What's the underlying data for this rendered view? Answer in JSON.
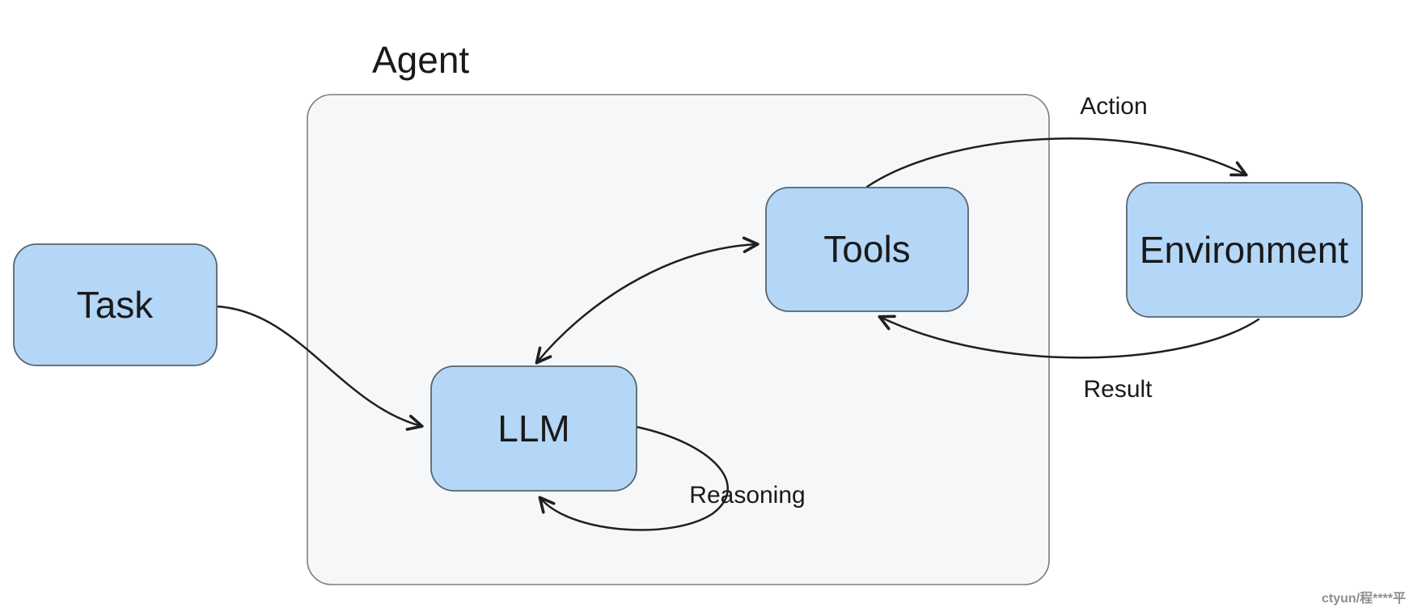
{
  "diagram": {
    "title": "Agent",
    "nodes": {
      "task": {
        "label": "Task"
      },
      "llm": {
        "label": "LLM"
      },
      "tools": {
        "label": "Tools"
      },
      "environment": {
        "label": "Environment"
      }
    },
    "edge_labels": {
      "action": "Action",
      "result": "Result",
      "reasoning": "Reasoning"
    },
    "colors": {
      "node_fill": "#B4D7F7",
      "node_stroke": "#56656F",
      "container_fill": "#F6F7F9",
      "container_stroke": "#7D7D7D",
      "arrow": "#1F1F1F",
      "text": "#1A1A1A",
      "watermark_text": "#8F8F8F",
      "background": "#FFFFFF"
    },
    "watermark": "ctyun/程****平"
  }
}
